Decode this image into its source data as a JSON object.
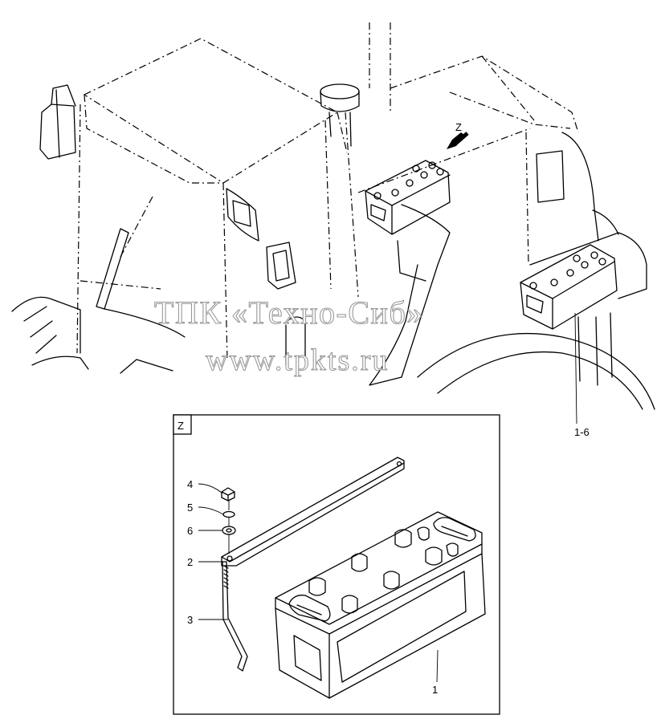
{
  "view_marker": "Z",
  "detail_box_label": "Z",
  "watermark": {
    "line1": "ТПК «Техно-Сиб»",
    "line2": "www.tpkts.ru"
  },
  "callouts": {
    "assembly": "1-6",
    "battery": "1",
    "strap": "2",
    "rod": "3",
    "nut": "4",
    "lock_washer": "5",
    "washer": "6"
  }
}
